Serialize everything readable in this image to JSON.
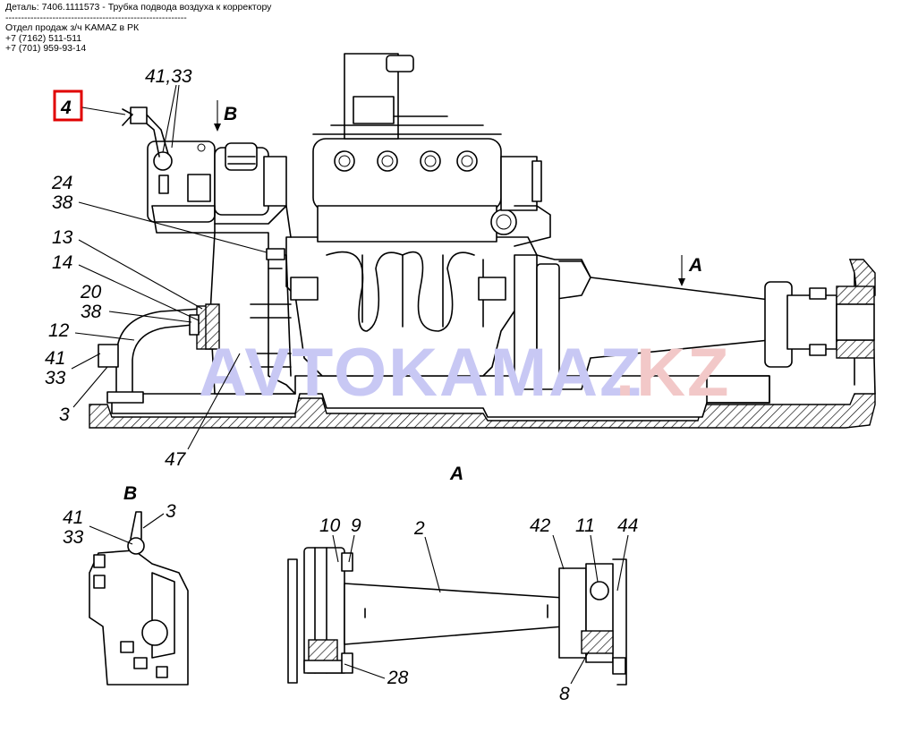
{
  "header": {
    "detail": "Деталь: 7406.1111573 - Трубка подвода воздуха к корректору",
    "separator": "----------------------------------------------------------",
    "dept": "Отдел продаж з/ч KAMAZ в РК",
    "phone1": "+7 (7162) 511-511",
    "phone2": "+7 (701) 959-93-14"
  },
  "watermark": {
    "part1": "AVTOKAMAZ",
    "part2": ".KZ"
  },
  "labels": {
    "highlighted": "4",
    "l4133": "41,33",
    "viewB": "B",
    "l24": "24",
    "l38a": "38",
    "l13": "13",
    "l14": "14",
    "l20": "20",
    "l38b": "38",
    "l12": "12",
    "l41": "41",
    "l33": "33",
    "l3": "3",
    "l47": "47",
    "viewA": "A",
    "viewAtitle": "A",
    "viewBtitle": "B",
    "b41": "41",
    "b33": "33",
    "b3": "3",
    "a10": "10",
    "a9": "9",
    "a2": "2",
    "a42": "42",
    "a11": "11",
    "a44": "44",
    "a28": "28",
    "a8": "8"
  },
  "colors": {
    "highlight_box": "#e00000",
    "watermark_blue": "#c8c8f4",
    "watermark_red": "#f2c8c8"
  }
}
